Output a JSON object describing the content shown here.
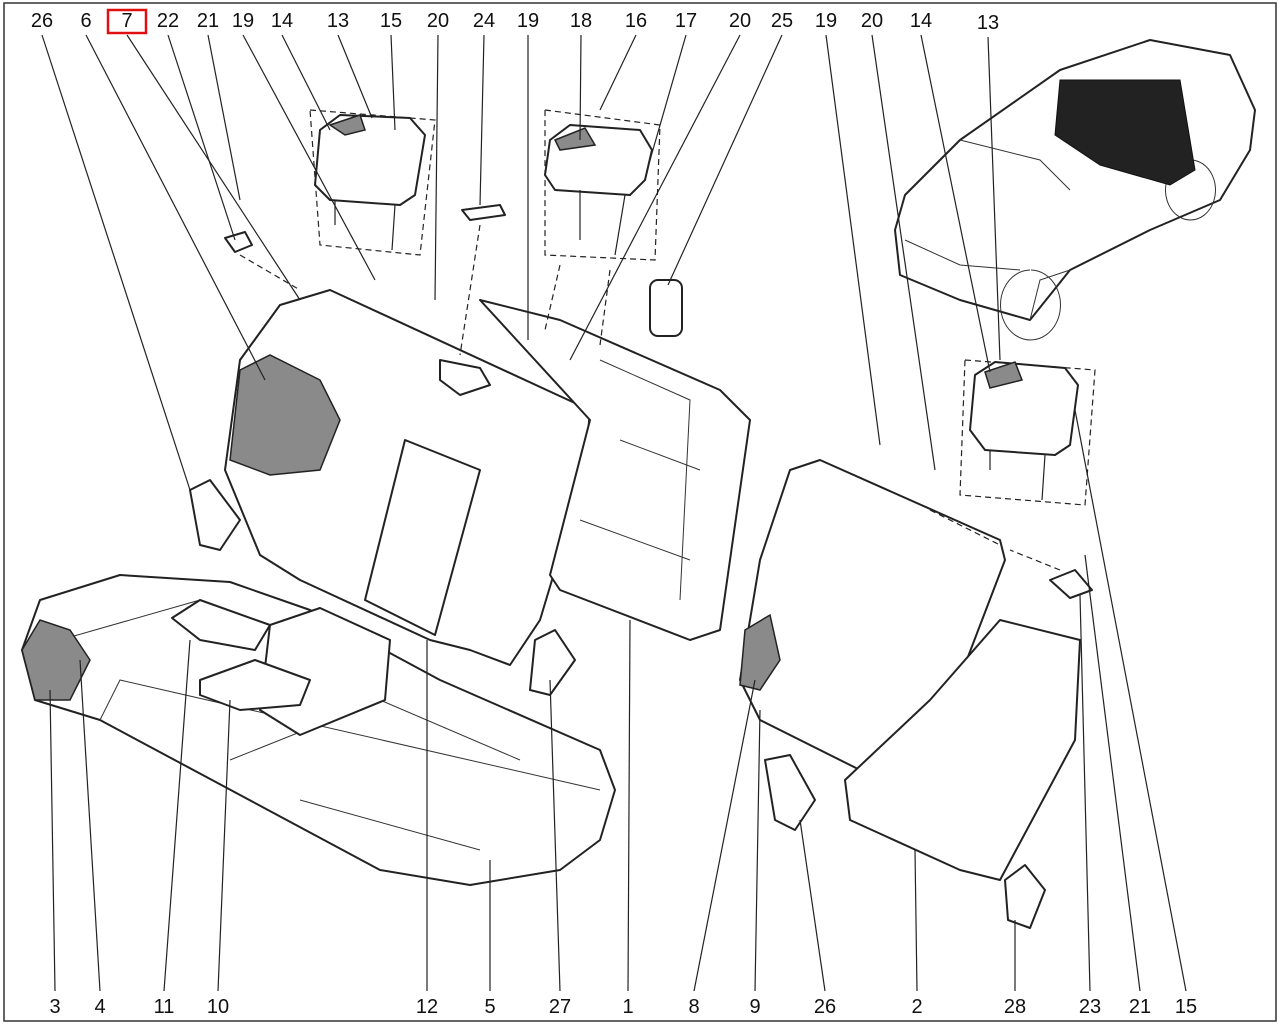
{
  "diagram": {
    "title_hidden": null,
    "highlight_color": "#e01010",
    "highlighted_label": "7",
    "top_labels": [
      "26",
      "6",
      "7",
      "22",
      "21",
      "19",
      "14",
      "13",
      "15",
      "20",
      "24",
      "19",
      "18",
      "16",
      "17",
      "20",
      "25",
      "19",
      "20",
      "14",
      "13"
    ],
    "bottom_labels": [
      "3",
      "4",
      "11",
      "10",
      "12",
      "5",
      "27",
      "1",
      "8",
      "9",
      "26",
      "2",
      "28",
      "23",
      "21",
      "15"
    ]
  }
}
